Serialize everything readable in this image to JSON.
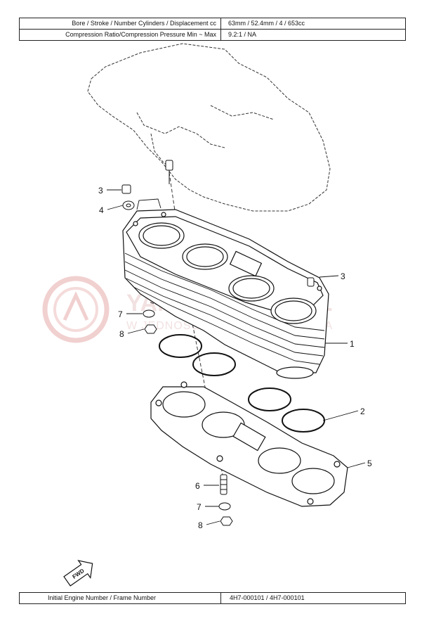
{
  "spec_table": {
    "row1_label": "Bore / Stroke / Number Cylinders / Displacement cc",
    "row1_value": "63mm / 52.4mm / 4 / 653cc",
    "row2_label": "Compression Ratio/Compression Pressure Min ~ Max",
    "row2_value": "9.2:1 / NA"
  },
  "footer": {
    "label": "Initial Engine Number / Frame Number",
    "value": "4H7-000101 / 4H7-000101"
  },
  "watermark": {
    "main": "YAMAHACLUB.PL",
    "sub": "W JEDNOŚCI SIŁA · KLUB YAMAHA"
  },
  "fwd_label": "FWD",
  "callouts": {
    "c1": "1",
    "c2": "2",
    "c3a": "3",
    "c3b": "3",
    "c4": "4",
    "c5": "5",
    "c6": "6",
    "c7a": "7",
    "c7b": "7",
    "c8a": "8",
    "c8b": "8"
  },
  "colors": {
    "line": "#111111",
    "watermark": "#e9b4b4"
  }
}
